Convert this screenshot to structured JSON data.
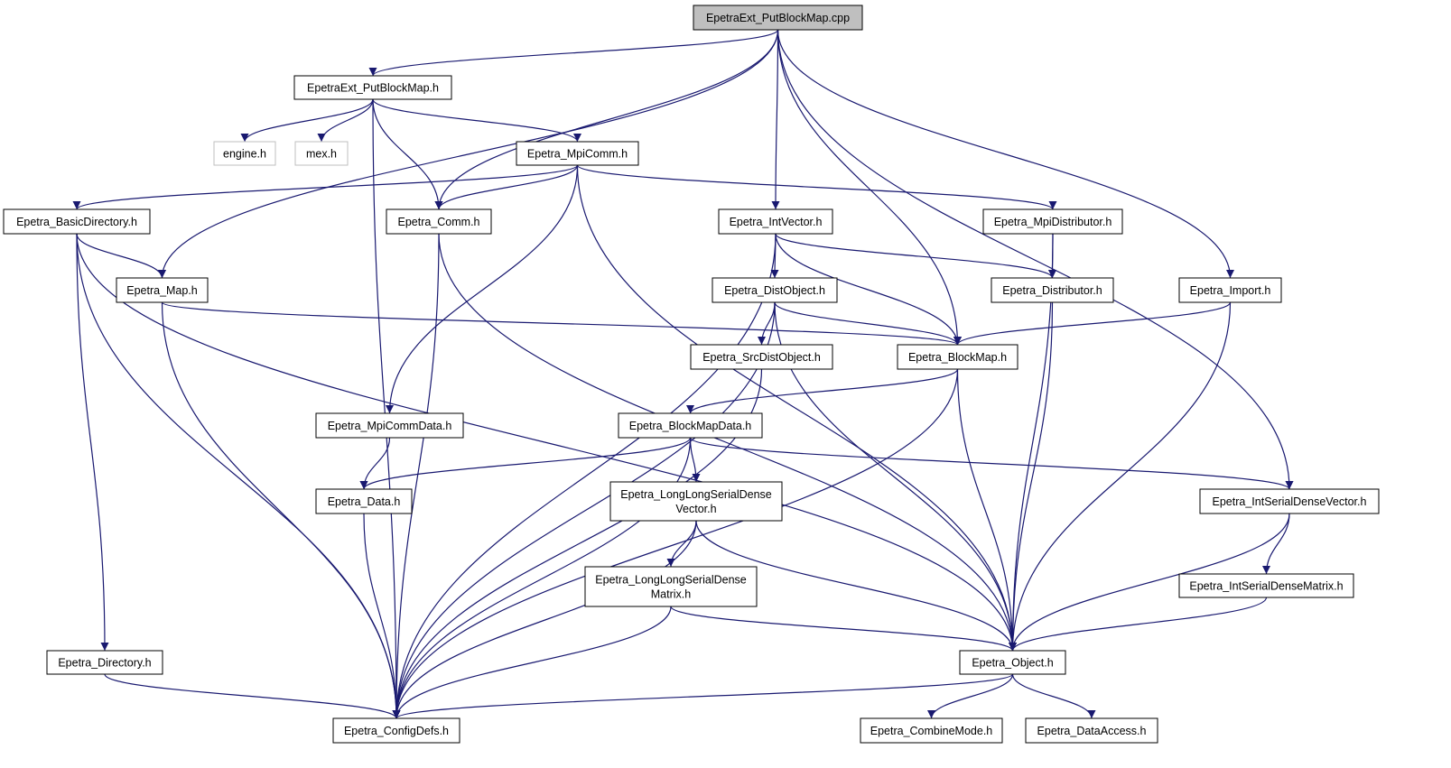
{
  "nodes": [
    {
      "id": "root",
      "label": [
        "EpetraExt_PutBlockMap.cpp"
      ],
      "style": "root"
    },
    {
      "id": "pbm_h",
      "label": [
        "EpetraExt_PutBlockMap.h"
      ],
      "style": "normal"
    },
    {
      "id": "engine",
      "label": [
        "engine.h"
      ],
      "style": "missing"
    },
    {
      "id": "mex",
      "label": [
        "mex.h"
      ],
      "style": "missing"
    },
    {
      "id": "mpicomm",
      "label": [
        "Epetra_MpiComm.h"
      ],
      "style": "normal"
    },
    {
      "id": "basicdir",
      "label": [
        "Epetra_BasicDirectory.h"
      ],
      "style": "normal"
    },
    {
      "id": "comm",
      "label": [
        "Epetra_Comm.h"
      ],
      "style": "normal"
    },
    {
      "id": "intvector",
      "label": [
        "Epetra_IntVector.h"
      ],
      "style": "normal"
    },
    {
      "id": "mpidist",
      "label": [
        "Epetra_MpiDistributor.h"
      ],
      "style": "normal"
    },
    {
      "id": "map",
      "label": [
        "Epetra_Map.h"
      ],
      "style": "normal"
    },
    {
      "id": "distobj",
      "label": [
        "Epetra_DistObject.h"
      ],
      "style": "normal"
    },
    {
      "id": "distributor",
      "label": [
        "Epetra_Distributor.h"
      ],
      "style": "normal"
    },
    {
      "id": "import",
      "label": [
        "Epetra_Import.h"
      ],
      "style": "normal"
    },
    {
      "id": "srcdist",
      "label": [
        "Epetra_SrcDistObject.h"
      ],
      "style": "normal"
    },
    {
      "id": "blockmap",
      "label": [
        "Epetra_BlockMap.h"
      ],
      "style": "normal"
    },
    {
      "id": "mpicommdata",
      "label": [
        "Epetra_MpiCommData.h"
      ],
      "style": "normal"
    },
    {
      "id": "blockmapdata",
      "label": [
        "Epetra_BlockMapData.h"
      ],
      "style": "normal"
    },
    {
      "id": "data",
      "label": [
        "Epetra_Data.h"
      ],
      "style": "normal"
    },
    {
      "id": "llsdv",
      "label": [
        "Epetra_LongLongSerialDense",
        "Vector.h"
      ],
      "style": "normal"
    },
    {
      "id": "isdv",
      "label": [
        "Epetra_IntSerialDenseVector.h"
      ],
      "style": "normal"
    },
    {
      "id": "llsdm",
      "label": [
        "Epetra_LongLongSerialDense",
        "Matrix.h"
      ],
      "style": "normal"
    },
    {
      "id": "isdm",
      "label": [
        "Epetra_IntSerialDenseMatrix.h"
      ],
      "style": "normal"
    },
    {
      "id": "directory",
      "label": [
        "Epetra_Directory.h"
      ],
      "style": "normal"
    },
    {
      "id": "object",
      "label": [
        "Epetra_Object.h"
      ],
      "style": "normal"
    },
    {
      "id": "configdefs",
      "label": [
        "Epetra_ConfigDefs.h"
      ],
      "style": "normal"
    },
    {
      "id": "combinemode",
      "label": [
        "Epetra_CombineMode.h"
      ],
      "style": "normal"
    },
    {
      "id": "dataaccess",
      "label": [
        "Epetra_DataAccess.h"
      ],
      "style": "normal"
    }
  ],
  "edges": [
    [
      "root",
      "pbm_h"
    ],
    [
      "root",
      "map"
    ],
    [
      "root",
      "comm"
    ],
    [
      "root",
      "intvector"
    ],
    [
      "root",
      "blockmap"
    ],
    [
      "root",
      "import"
    ],
    [
      "root",
      "isdv"
    ],
    [
      "pbm_h",
      "engine"
    ],
    [
      "pbm_h",
      "mex"
    ],
    [
      "pbm_h",
      "mpicomm"
    ],
    [
      "pbm_h",
      "comm"
    ],
    [
      "pbm_h",
      "configdefs"
    ],
    [
      "mpicomm",
      "basicdir"
    ],
    [
      "mpicomm",
      "comm"
    ],
    [
      "mpicomm",
      "mpidist"
    ],
    [
      "mpicomm",
      "mpicommdata"
    ],
    [
      "mpicomm",
      "object"
    ],
    [
      "basicdir",
      "map"
    ],
    [
      "basicdir",
      "directory"
    ],
    [
      "basicdir",
      "configdefs"
    ],
    [
      "basicdir",
      "object"
    ],
    [
      "comm",
      "configdefs"
    ],
    [
      "comm",
      "object"
    ],
    [
      "intvector",
      "distobj"
    ],
    [
      "intvector",
      "distributor"
    ],
    [
      "intvector",
      "blockmap"
    ],
    [
      "intvector",
      "configdefs"
    ],
    [
      "mpidist",
      "distributor"
    ],
    [
      "mpidist",
      "object"
    ],
    [
      "map",
      "blockmap"
    ],
    [
      "map",
      "configdefs"
    ],
    [
      "distobj",
      "srcdist"
    ],
    [
      "distobj",
      "blockmap"
    ],
    [
      "distobj",
      "configdefs"
    ],
    [
      "distobj",
      "object"
    ],
    [
      "distributor",
      "object"
    ],
    [
      "import",
      "blockmap"
    ],
    [
      "import",
      "object"
    ],
    [
      "srcdist",
      "configdefs"
    ],
    [
      "blockmap",
      "blockmapdata"
    ],
    [
      "blockmap",
      "object"
    ],
    [
      "blockmap",
      "configdefs"
    ],
    [
      "mpicommdata",
      "data"
    ],
    [
      "blockmapdata",
      "data"
    ],
    [
      "blockmapdata",
      "llsdv"
    ],
    [
      "blockmapdata",
      "isdv"
    ],
    [
      "blockmapdata",
      "configdefs"
    ],
    [
      "data",
      "configdefs"
    ],
    [
      "llsdv",
      "llsdm"
    ],
    [
      "llsdv",
      "object"
    ],
    [
      "llsdv",
      "configdefs"
    ],
    [
      "isdv",
      "isdm"
    ],
    [
      "isdv",
      "object"
    ],
    [
      "llsdm",
      "object"
    ],
    [
      "llsdm",
      "configdefs"
    ],
    [
      "isdm",
      "object"
    ],
    [
      "directory",
      "configdefs"
    ],
    [
      "object",
      "configdefs"
    ],
    [
      "object",
      "combinemode"
    ],
    [
      "object",
      "dataaccess"
    ]
  ],
  "colors": {
    "edge": "#191970",
    "node_border": "#000000",
    "root_fill": "#bfbfbf",
    "missing_border": "#bfbfbf",
    "text": "#000000"
  }
}
